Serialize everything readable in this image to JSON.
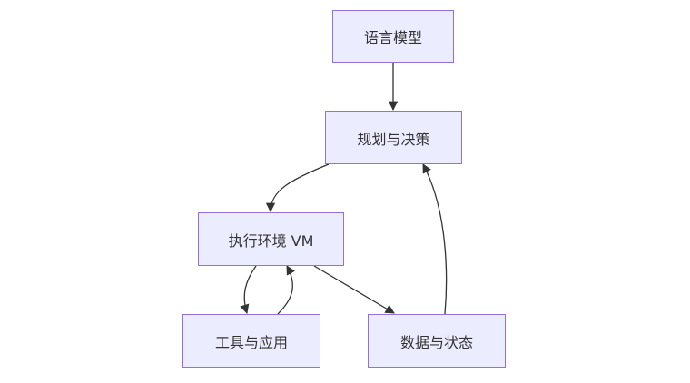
{
  "diagram": {
    "type": "flowchart",
    "nodes": [
      {
        "id": "lm",
        "label": "语言模型"
      },
      {
        "id": "plan",
        "label": "规划与决策"
      },
      {
        "id": "vm",
        "label": "执行环境 VM"
      },
      {
        "id": "tools",
        "label": "工具与应用"
      },
      {
        "id": "data",
        "label": "数据与状态"
      }
    ],
    "edges": [
      {
        "from": "lm",
        "to": "plan"
      },
      {
        "from": "plan",
        "to": "vm"
      },
      {
        "from": "vm",
        "to": "tools"
      },
      {
        "from": "tools",
        "to": "vm"
      },
      {
        "from": "vm",
        "to": "data"
      },
      {
        "from": "data",
        "to": "plan"
      }
    ],
    "colors": {
      "node_fill": "#ececff",
      "node_border": "#9370db",
      "edge": "#333333",
      "text": "#333333"
    }
  }
}
